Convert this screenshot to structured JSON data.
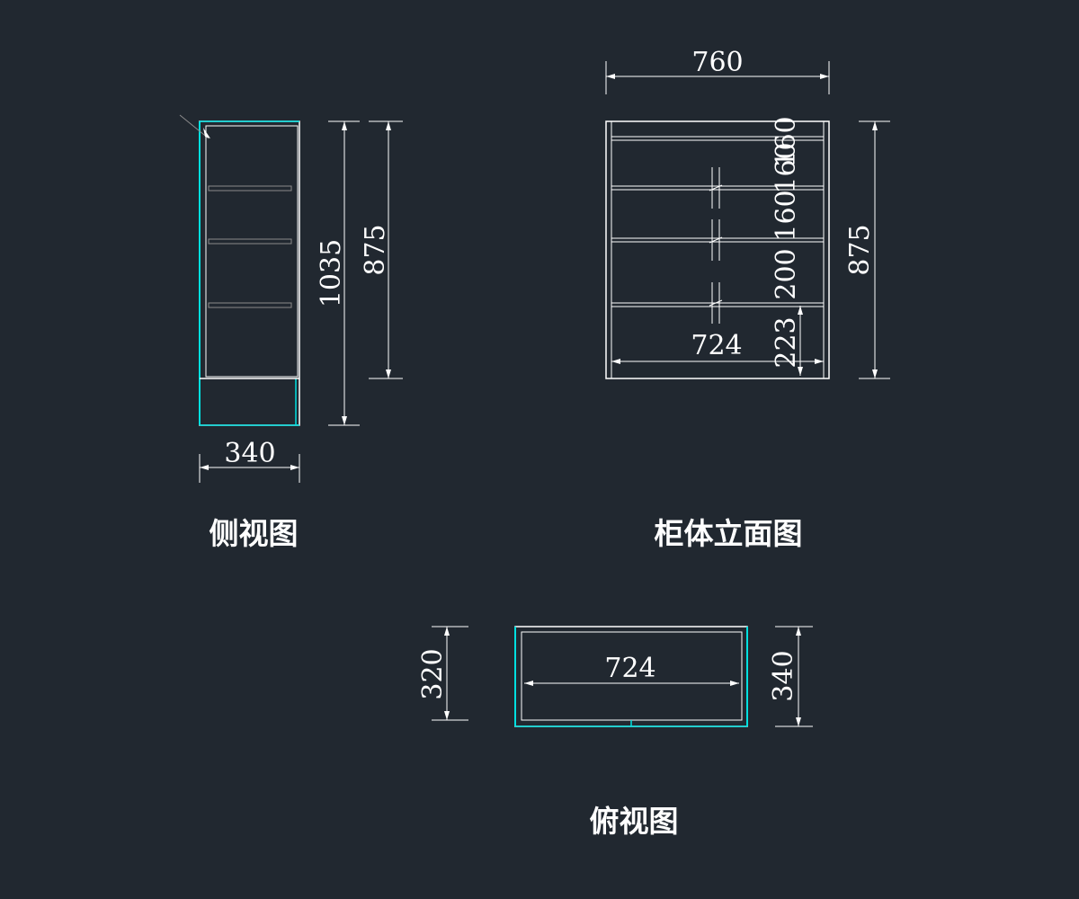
{
  "colors": {
    "background": "#212830",
    "line": "#ffffff",
    "accent": "#00e0e0",
    "gray": "#8a8a8a"
  },
  "side_view": {
    "title": "侧视图",
    "dim_width": "340",
    "dim_total_height": "1035",
    "dim_body_height": "875"
  },
  "front_view": {
    "title": "柜体立面图",
    "dim_width": "760",
    "dim_inner_width": "724",
    "dim_height": "875",
    "dim_shelf_1": "160",
    "dim_shelf_1b": "160",
    "dim_shelf_2": "160",
    "dim_shelf_3": "200",
    "dim_shelf_4": "223"
  },
  "top_view": {
    "title": "俯视图",
    "dim_inner_width": "724",
    "dim_inner_depth": "320",
    "dim_depth": "340"
  }
}
